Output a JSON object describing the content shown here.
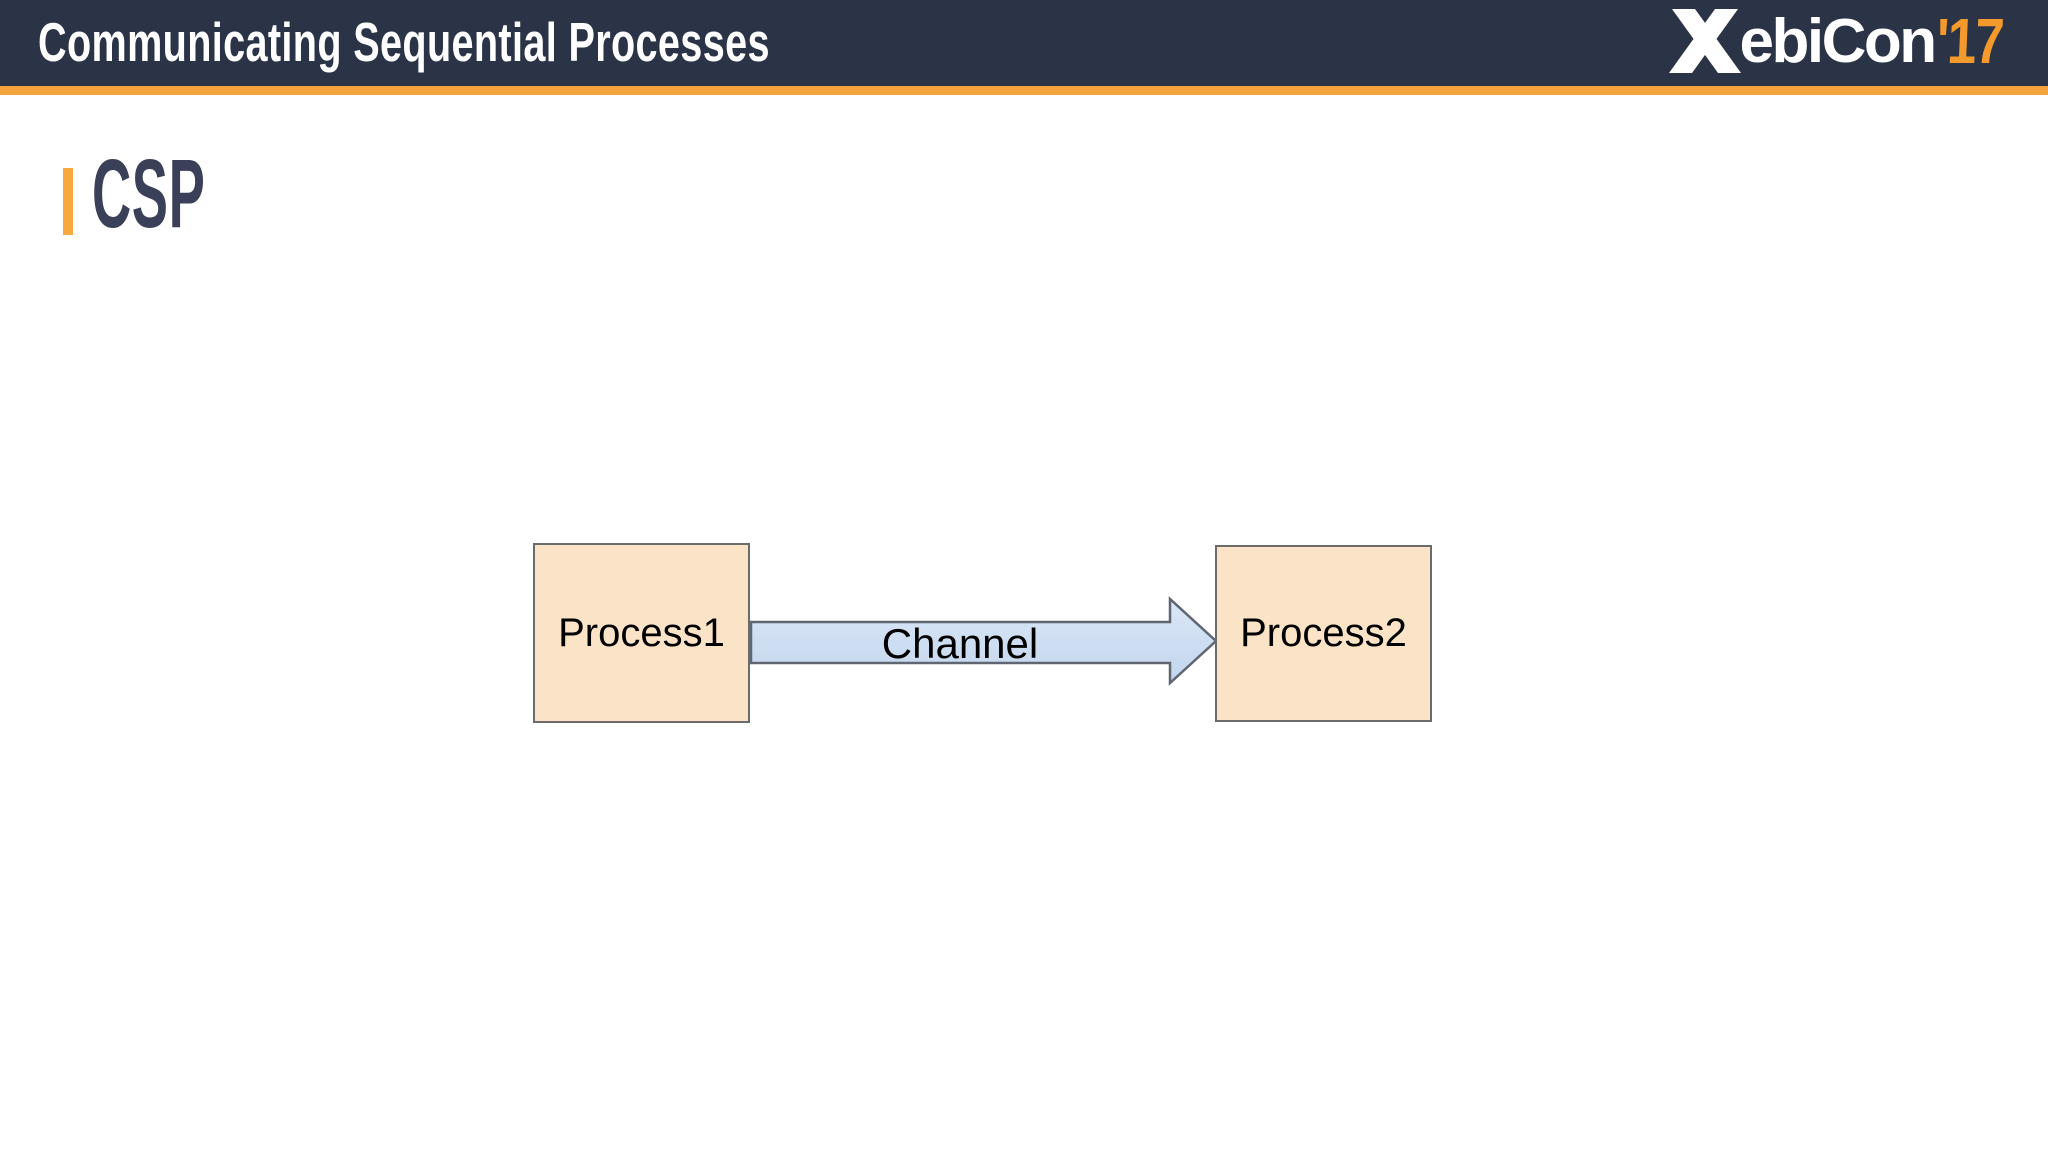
{
  "header": {
    "title": "Communicating Sequential Processes",
    "logo": {
      "x": "X",
      "text": "ebiCon",
      "year": "'17"
    }
  },
  "slide": {
    "heading": "CSP"
  },
  "diagram": {
    "nodes": [
      {
        "label": "Process1"
      },
      {
        "label": "Process2"
      }
    ],
    "edge": {
      "label": "Channel",
      "direction": "right"
    }
  },
  "colors": {
    "slide-bg": "#ffffff",
    "header-bg": "#2b3447",
    "header-accent": "#f5a33c",
    "title-text": "#ffffff",
    "logo-year": "#f49a2d",
    "heading-text": "#3b4059",
    "heading-accent": "#f7a93f",
    "node-fill": "#fae3c6",
    "node-border": "#6b6b6b",
    "arrow-fill-top": "#dae7f6",
    "arrow-fill-bottom": "#c3d6ee",
    "arrow-border": "#5f6672"
  }
}
